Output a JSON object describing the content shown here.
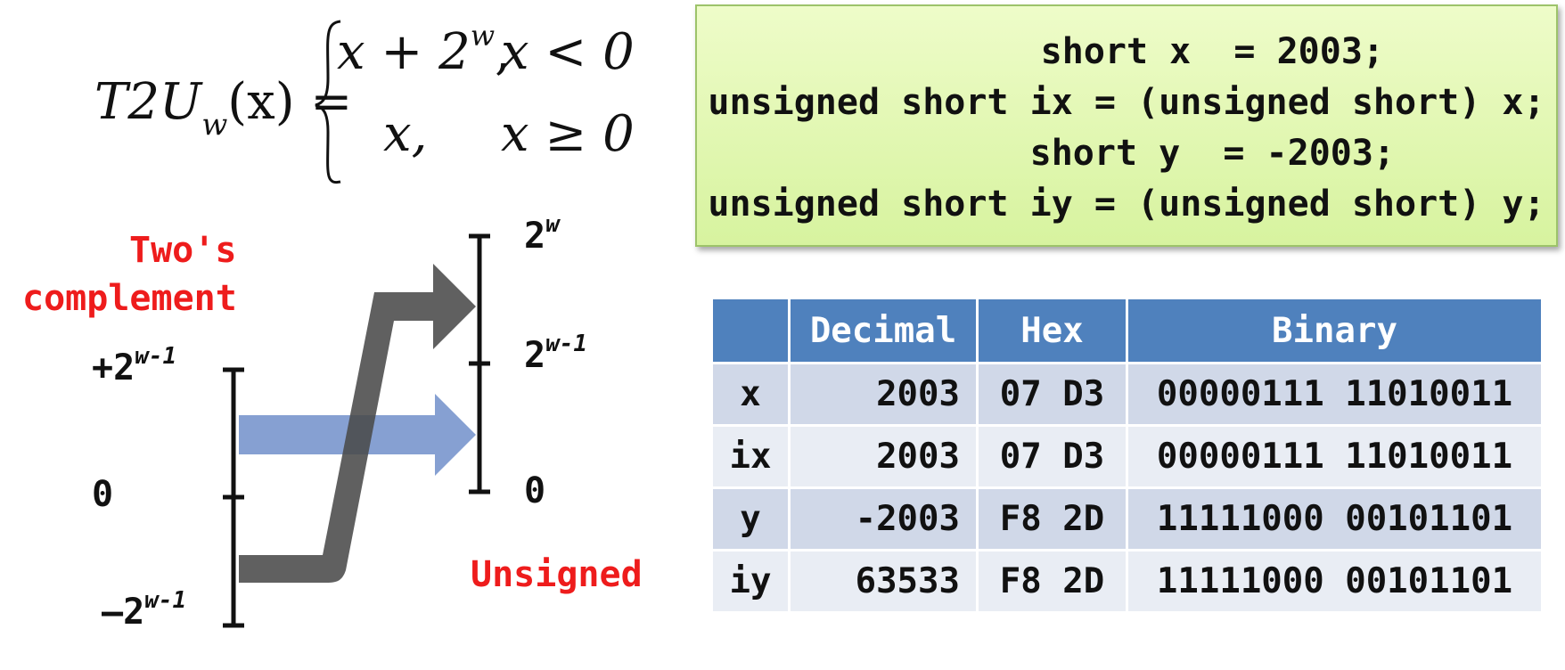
{
  "formula": {
    "lhs_func": "T2U",
    "lhs_sub": "w",
    "lhs_arg": "(x) =",
    "case1_expr_base": "x + 2",
    "case1_expr_exp": "w",
    "case1_comma": ",",
    "case1_cond": "x < 0",
    "case2_expr": "x,",
    "case2_cond": "x ≥ 0"
  },
  "code": {
    "lines": [
      "        short x  = 2003;",
      "unsigned short ix = (unsigned short) x;",
      "        short y  = -2003;",
      "unsigned short iy = (unsigned short) y;"
    ]
  },
  "table": {
    "headers": [
      "",
      "Decimal",
      "Hex",
      "Binary"
    ],
    "rows": [
      {
        "name": "x",
        "decimal": "2003",
        "hex": "07 D3",
        "binary": "00000111 11010011"
      },
      {
        "name": "ix",
        "decimal": "2003",
        "hex": "07 D3",
        "binary": "00000111 11010011"
      },
      {
        "name": "y",
        "decimal": "-2003",
        "hex": "F8 2D",
        "binary": "11111000 00101101"
      },
      {
        "name": "iy",
        "decimal": "63533",
        "hex": "F8 2D",
        "binary": "11111000 00101101"
      }
    ]
  },
  "diagram": {
    "left_title_line1": "Two's",
    "left_title_line2": "complement",
    "right_title": "Unsigned",
    "left_ticks": {
      "top_prefix": "+2",
      "top_exp": "w-1",
      "zero": "0",
      "bottom_prefix": "–2",
      "bottom_exp": "w-1"
    },
    "right_ticks": {
      "top_prefix": "2",
      "top_exp": "w",
      "mid_prefix": "2",
      "mid_exp": "w-1",
      "zero": "0"
    },
    "colors": {
      "dark_arrow": "#4a4a4a",
      "blue_arrow": "#7f9bd0",
      "label_red": "#ee1c1c"
    }
  }
}
